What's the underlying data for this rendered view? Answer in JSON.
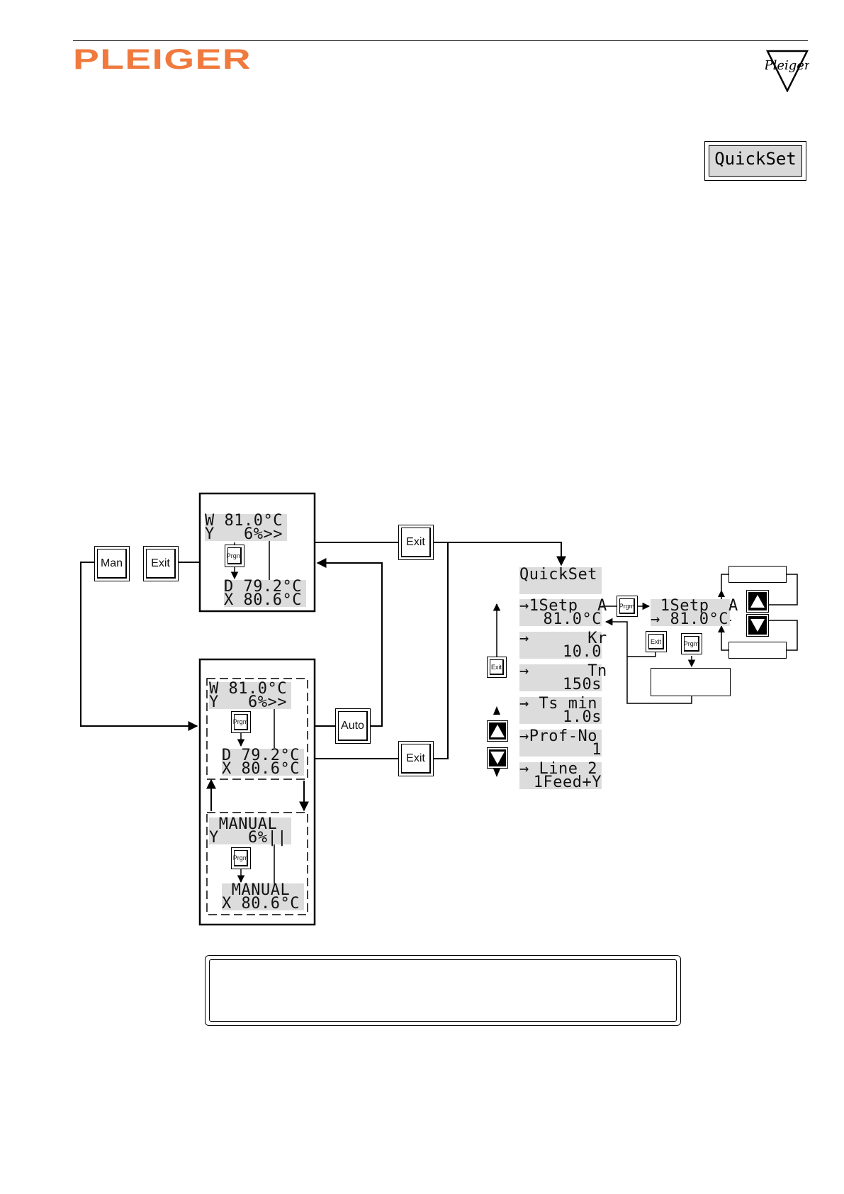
{
  "header": {
    "brand": "PLEIGER",
    "logo_text": "Pleiger"
  },
  "quickset_badge": "QuickSet",
  "auto_top": {
    "line1": "W 81.0°C",
    "line2": "Y   6%>>",
    "line3": "D 79.2°C",
    "line4": "X 80.6°C"
  },
  "auto_lower": {
    "line1": "W 81.0°C",
    "line2": "Y   6%>>",
    "line3": "D 79.2°C",
    "line4": "X 80.6°C"
  },
  "manual": {
    "line1": " MANUAL",
    "line2": "Y   6%||",
    "line3": " MANUAL",
    "line4": "X 80.6°C"
  },
  "buttons": {
    "man": "Man",
    "exit": "Exit",
    "auto": "Auto",
    "prgm": "Prgm"
  },
  "quickset_menu": {
    "title": "QuickSet",
    "items": [
      {
        "line1": "→1Setp  A",
        "line2": "81.0°C"
      },
      {
        "line1": "→      Kr",
        "line2": "10.0"
      },
      {
        "line1": "→      Tn",
        "line2": "150s"
      },
      {
        "line1": "→ Ts min",
        "line2": "1.0s"
      },
      {
        "line1": "→Prof-No",
        "line2": "1"
      },
      {
        "line1": "→ Line 2",
        "line2": "1Feed+Y"
      }
    ]
  },
  "setpoint_edit": {
    "line1": " 1Setp  A",
    "line2": "→ 81.0°C"
  },
  "icons": {
    "up": "triangle-up-icon",
    "down": "triangle-down-icon"
  }
}
